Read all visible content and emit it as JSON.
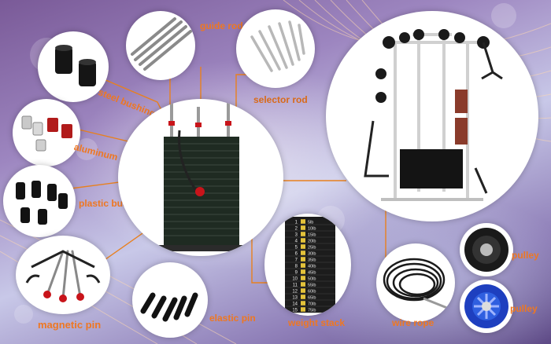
{
  "labels": {
    "guide_rod": "guide rod",
    "steel_bushing": "steel bushing",
    "selector_rod": "selector rod",
    "aluminum_bushing": "aluminum bushing",
    "plastic_bushing": "plastic bushing",
    "magnetic_pin": "magnetic pin",
    "elastic_pin": "elastic pin",
    "weight_stack": "weight stack",
    "wire_rope": "wire rope",
    "pulley_1": "pulley",
    "pulley_2": "pulley"
  },
  "weight_stack_rows": [
    {
      "n": "1",
      "w": "5lb"
    },
    {
      "n": "2",
      "w": "10lb"
    },
    {
      "n": "3",
      "w": "15lb"
    },
    {
      "n": "4",
      "w": "20lb"
    },
    {
      "n": "5",
      "w": "25lb"
    },
    {
      "n": "6",
      "w": "30lb"
    },
    {
      "n": "7",
      "w": "35lb"
    },
    {
      "n": "8",
      "w": "40lb"
    },
    {
      "n": "9",
      "w": "45lb"
    },
    {
      "n": "10",
      "w": "50lb"
    },
    {
      "n": "11",
      "w": "55lb"
    },
    {
      "n": "12",
      "w": "60lb"
    },
    {
      "n": "13",
      "w": "65lb"
    },
    {
      "n": "14",
      "w": "70lb"
    },
    {
      "n": "15",
      "w": "75lb"
    }
  ],
  "colors": {
    "label": "#ee7722",
    "accent_line": "#e8801e",
    "stack": "#1f2b22",
    "pin_red": "#c8141a"
  }
}
